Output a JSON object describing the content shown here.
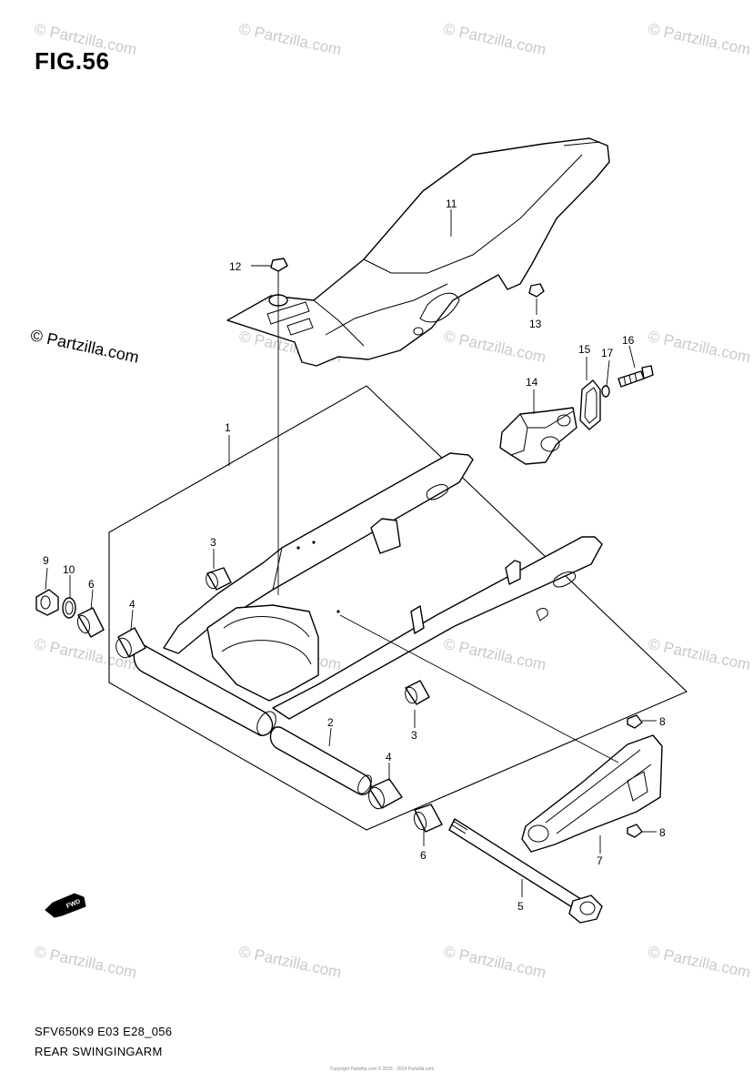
{
  "figure": {
    "title": "FIG.56",
    "code": "SFV650K9 E03 E28_056",
    "name": "REAR SWINGINGARM",
    "copyright_small": "Copyright Partzilla.com © 2023 - 2024 Partzilla.com"
  },
  "watermark": {
    "text": "© Partzilla.com",
    "prominent_text": "© Partzilla.com"
  },
  "fwd_badge": "FWD",
  "callouts": {
    "c1": "1",
    "c2": "2",
    "c3a": "3",
    "c3b": "3",
    "c4a": "4",
    "c4b": "4",
    "c5": "5",
    "c6a": "6",
    "c6b": "6",
    "c7": "7",
    "c8a": "8",
    "c8b": "8",
    "c9": "9",
    "c10": "10",
    "c11": "11",
    "c12": "12",
    "c13": "13",
    "c14": "14",
    "c15": "15",
    "c16": "16",
    "c17": "17"
  },
  "colors": {
    "line": "#000000",
    "watermark": "#c9c9c9",
    "background": "#ffffff"
  }
}
